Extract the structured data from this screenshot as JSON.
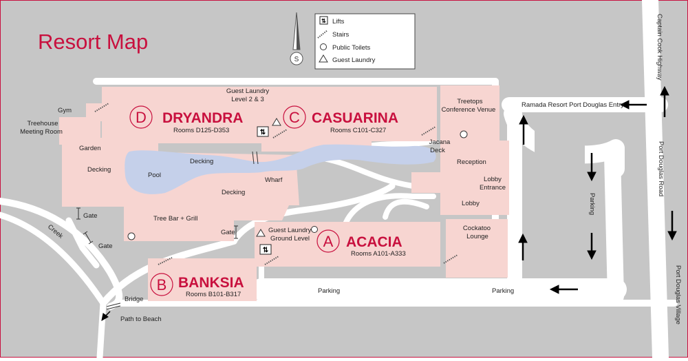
{
  "title": "Resort Map",
  "compass": {
    "letter": "S"
  },
  "legend": [
    {
      "icon": "lift-icon",
      "label": "Lifts"
    },
    {
      "icon": "stairs-icon",
      "label": "Stairs"
    },
    {
      "icon": "circle-icon",
      "label": "Public Toilets"
    },
    {
      "icon": "triangle-icon",
      "label": "Guest Laundry"
    }
  ],
  "buildings": {
    "dryandra": {
      "letter": "D",
      "name": "DRYANDRA",
      "rooms": "Rooms D125-D353"
    },
    "casuarina": {
      "letter": "C",
      "name": "CASUARINA",
      "rooms": "Rooms C101-C327"
    },
    "acacia": {
      "letter": "A",
      "name": "ACACIA",
      "rooms": "Rooms A101-A333"
    },
    "banksia": {
      "letter": "B",
      "name": "BANKSIA",
      "rooms": "Rooms B101-B317"
    }
  },
  "labels": {
    "guest_laundry_l1": "Guest Laundry",
    "guest_laundry_l2": "Level 2 & 3",
    "guest_laundry_ground_1": "Guest Laundry",
    "guest_laundry_ground_2": "Ground Level",
    "gym": "Gym",
    "treehouse_1": "Treehouse",
    "treehouse_2": "Meeting Room",
    "garden": "Garden",
    "decking_left": "Decking",
    "decking_top": "Decking",
    "decking_mid": "Decking",
    "pool": "Pool",
    "wharf": "Wharf",
    "gate_left": "Gate",
    "gate_lower": "Gate",
    "gate_mid": "Gate",
    "tree_bar": "Tree Bar + Grill",
    "treetops_1": "Treetops",
    "treetops_2": "Conference Venue",
    "jacana_1": "Jacana",
    "jacana_2": "Deck",
    "reception": "Reception",
    "lobby_entrance_1": "Lobby",
    "lobby_entrance_2": "Entrance",
    "lobby": "Lobby",
    "cockatoo_1": "Cockatoo",
    "cockatoo_2": "Lounge",
    "parking_vertical": "Parking",
    "parking_mid": "Parking",
    "parking_right": "Parking",
    "creek": "Creek",
    "bridge": "Bridge",
    "path_to_beach": "Path to Beach",
    "entry": "Ramada Resort Port Douglas Entry",
    "captain_cook": "Captain Cook Highway",
    "port_douglas_road": "Port Douglas Road",
    "port_douglas_village": "Port Douglas Village"
  },
  "colors": {
    "accent": "#c8103e",
    "building": "#f7d5d1",
    "ground": "#c6c6c6",
    "water": "#c5d0ea"
  }
}
